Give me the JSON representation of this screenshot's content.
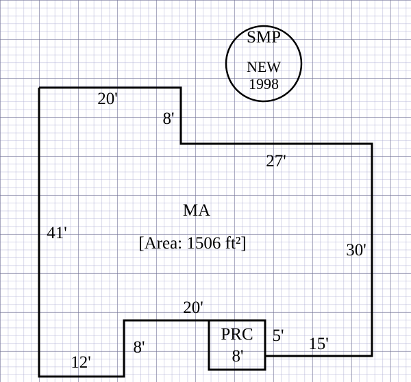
{
  "colors": {
    "line": "#000000",
    "grid": "#b4b4d2"
  },
  "outbuilding": {
    "code": "SMP",
    "note": "NEW",
    "year": "1998"
  },
  "main_area": {
    "code": "MA",
    "area": "[Area: 1506 ft²]"
  },
  "porch": {
    "code": "PRC",
    "dim": "8'"
  },
  "dimensions": {
    "top_left": "20'",
    "notch_height": "8'",
    "top_right": "27'",
    "left": "41'",
    "right": "30'",
    "inner_top": "20'",
    "porch_side": "5'",
    "bottom_right": "15'",
    "step_height": "8'",
    "bottom_left": "12'"
  }
}
